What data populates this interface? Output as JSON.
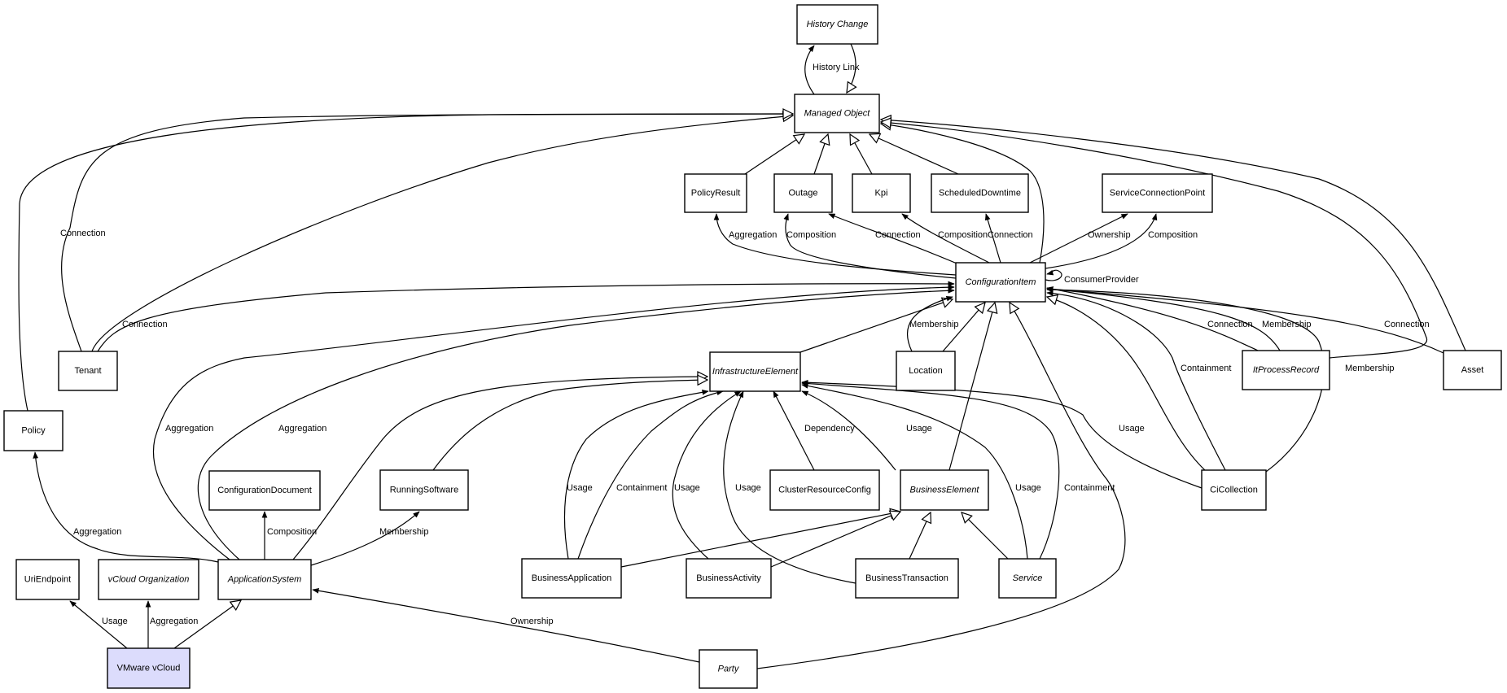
{
  "diagram": {
    "title": "Configuration Item Class Model",
    "nodes": [
      {
        "id": "history_change",
        "label": "History Change",
        "italic": true
      },
      {
        "id": "managed_object",
        "label": "Managed Object",
        "italic": true
      },
      {
        "id": "policy_result",
        "label": "PolicyResult",
        "italic": false
      },
      {
        "id": "outage",
        "label": "Outage",
        "italic": false
      },
      {
        "id": "kpi",
        "label": "Kpi",
        "italic": false
      },
      {
        "id": "scheduled_downtime",
        "label": "ScheduledDowntime",
        "italic": false
      },
      {
        "id": "service_connection_point",
        "label": "ServiceConnectionPoint",
        "italic": false
      },
      {
        "id": "configuration_item",
        "label": "ConfigurationItem",
        "italic": true
      },
      {
        "id": "tenant",
        "label": "Tenant",
        "italic": false
      },
      {
        "id": "infrastructure_element",
        "label": "InfrastructureElement",
        "italic": true
      },
      {
        "id": "location",
        "label": "Location",
        "italic": false
      },
      {
        "id": "it_process_record",
        "label": "ItProcessRecord",
        "italic": true
      },
      {
        "id": "asset",
        "label": "Asset",
        "italic": false
      },
      {
        "id": "policy",
        "label": "Policy",
        "italic": false
      },
      {
        "id": "configuration_document",
        "label": "ConfigurationDocument",
        "italic": false
      },
      {
        "id": "running_software",
        "label": "RunningSoftware",
        "italic": false
      },
      {
        "id": "cluster_resource_config",
        "label": "ClusterResourceConfig",
        "italic": false
      },
      {
        "id": "business_element",
        "label": "BusinessElement",
        "italic": true
      },
      {
        "id": "ci_collection",
        "label": "CiCollection",
        "italic": false
      },
      {
        "id": "uri_endpoint",
        "label": "UriEndpoint",
        "italic": false
      },
      {
        "id": "vcloud_organization",
        "label": "vCloud Organization",
        "italic": true
      },
      {
        "id": "application_system",
        "label": "ApplicationSystem",
        "italic": true
      },
      {
        "id": "business_application",
        "label": "BusinessApplication",
        "italic": false
      },
      {
        "id": "business_activity",
        "label": "BusinessActivity",
        "italic": false
      },
      {
        "id": "business_transaction",
        "label": "BusinessTransaction",
        "italic": false
      },
      {
        "id": "service",
        "label": "Service",
        "italic": true
      },
      {
        "id": "vmware_vcloud",
        "label": "VMware vCloud",
        "italic": false,
        "highlight": true
      },
      {
        "id": "party",
        "label": "Party",
        "italic": true
      }
    ],
    "highlight_color": "#dcdcfc",
    "edges": [
      {
        "from": "managed_object",
        "to": "history_change",
        "label": "History Link",
        "kind": "association"
      },
      {
        "from": "history_change",
        "to": "managed_object",
        "label": "",
        "kind": "generalization"
      },
      {
        "from": "policy_result",
        "to": "managed_object",
        "label": "",
        "kind": "generalization"
      },
      {
        "from": "outage",
        "to": "managed_object",
        "label": "",
        "kind": "generalization"
      },
      {
        "from": "kpi",
        "to": "managed_object",
        "label": "",
        "kind": "generalization"
      },
      {
        "from": "scheduled_downtime",
        "to": "managed_object",
        "label": "",
        "kind": "generalization"
      },
      {
        "from": "configuration_item",
        "to": "managed_object",
        "label": "",
        "kind": "generalization"
      },
      {
        "from": "tenant",
        "to": "managed_object",
        "label": "",
        "kind": "generalization"
      },
      {
        "from": "tenant",
        "to": "managed_object",
        "label": "Connection",
        "kind": "association"
      },
      {
        "from": "policy",
        "to": "managed_object",
        "label": "",
        "kind": "generalization"
      },
      {
        "from": "asset",
        "to": "managed_object",
        "label": "",
        "kind": "generalization"
      },
      {
        "from": "it_process_record",
        "to": "managed_object",
        "label": "",
        "kind": "generalization"
      },
      {
        "from": "configuration_item",
        "to": "policy_result",
        "label": "Aggregation",
        "kind": "association"
      },
      {
        "from": "configuration_item",
        "to": "outage",
        "label": "Composition",
        "kind": "association"
      },
      {
        "from": "configuration_item",
        "to": "outage",
        "label": "Connection",
        "kind": "association"
      },
      {
        "from": "configuration_item",
        "to": "kpi",
        "label": "Composition",
        "kind": "association"
      },
      {
        "from": "configuration_item",
        "to": "scheduled_downtime",
        "label": "Connection",
        "kind": "association"
      },
      {
        "from": "configuration_item",
        "to": "service_connection_point",
        "label": "Ownership",
        "kind": "association"
      },
      {
        "from": "configuration_item",
        "to": "service_connection_point",
        "label": "Composition",
        "kind": "association"
      },
      {
        "from": "configuration_item",
        "to": "configuration_item",
        "label": "ConsumerProvider",
        "kind": "association"
      },
      {
        "from": "tenant",
        "to": "configuration_item",
        "label": "Connection",
        "kind": "association"
      },
      {
        "from": "infrastructure_element",
        "to": "configuration_item",
        "label": "",
        "kind": "generalization"
      },
      {
        "from": "location",
        "to": "configuration_item",
        "label": "",
        "kind": "generalization"
      },
      {
        "from": "location",
        "to": "configuration_item",
        "label": "Membership",
        "kind": "association"
      },
      {
        "from": "business_element",
        "to": "configuration_item",
        "label": "",
        "kind": "generalization"
      },
      {
        "from": "party",
        "to": "configuration_item",
        "label": "",
        "kind": "generalization"
      },
      {
        "from": "ci_collection",
        "to": "configuration_item",
        "label": "",
        "kind": "generalization"
      },
      {
        "from": "ci_collection",
        "to": "configuration_item",
        "label": "Containment",
        "kind": "association"
      },
      {
        "from": "ci_collection",
        "to": "configuration_item",
        "label": "Membership",
        "kind": "association"
      },
      {
        "from": "it_process_record",
        "to": "configuration_item",
        "label": "Connection",
        "kind": "association"
      },
      {
        "from": "it_process_record",
        "to": "configuration_item",
        "label": "Membership",
        "kind": "association"
      },
      {
        "from": "asset",
        "to": "configuration_item",
        "label": "Connection",
        "kind": "association"
      },
      {
        "from": "application_system",
        "to": "configuration_item",
        "label": "Aggregation",
        "kind": "association"
      },
      {
        "from": "application_system",
        "to": "configuration_item",
        "label": "Aggregation",
        "kind": "association"
      },
      {
        "from": "application_system",
        "to": "infrastructure_element",
        "label": "",
        "kind": "generalization"
      },
      {
        "from": "running_software",
        "to": "infrastructure_element",
        "label": "",
        "kind": "generalization"
      },
      {
        "from": "business_application",
        "to": "infrastructure_element",
        "label": "Usage",
        "kind": "association"
      },
      {
        "from": "business_application",
        "to": "infrastructure_element",
        "label": "Containment",
        "kind": "association"
      },
      {
        "from": "business_activity",
        "to": "infrastructure_element",
        "label": "Usage",
        "kind": "association"
      },
      {
        "from": "business_transaction",
        "to": "infrastructure_element",
        "label": "Usage",
        "kind": "association"
      },
      {
        "from": "cluster_resource_config",
        "to": "infrastructure_element",
        "label": "Dependency",
        "kind": "association"
      },
      {
        "from": "business_element",
        "to": "infrastructure_element",
        "label": "Usage",
        "kind": "association"
      },
      {
        "from": "service",
        "to": "infrastructure_element",
        "label": "Usage",
        "kind": "association"
      },
      {
        "from": "service",
        "to": "infrastructure_element",
        "label": "Containment",
        "kind": "association"
      },
      {
        "from": "ci_collection",
        "to": "infrastructure_element",
        "label": "Usage",
        "kind": "association"
      },
      {
        "from": "application_system",
        "to": "configuration_document",
        "label": "Composition",
        "kind": "association"
      },
      {
        "from": "application_system",
        "to": "running_software",
        "label": "Membership",
        "kind": "association"
      },
      {
        "from": "application_system",
        "to": "policy",
        "label": "Aggregation",
        "kind": "association"
      },
      {
        "from": "business_application",
        "to": "business_element",
        "label": "",
        "kind": "generalization"
      },
      {
        "from": "business_activity",
        "to": "business_element",
        "label": "",
        "kind": "generalization"
      },
      {
        "from": "business_transaction",
        "to": "business_element",
        "label": "",
        "kind": "generalization"
      },
      {
        "from": "service",
        "to": "business_element",
        "label": "",
        "kind": "generalization"
      },
      {
        "from": "vmware_vcloud",
        "to": "uri_endpoint",
        "label": "Usage",
        "kind": "association"
      },
      {
        "from": "vmware_vcloud",
        "to": "vcloud_organization",
        "label": "Aggregation",
        "kind": "association"
      },
      {
        "from": "vmware_vcloud",
        "to": "application_system",
        "label": "",
        "kind": "generalization"
      },
      {
        "from": "party",
        "to": "application_system",
        "label": "Ownership",
        "kind": "association"
      }
    ]
  }
}
